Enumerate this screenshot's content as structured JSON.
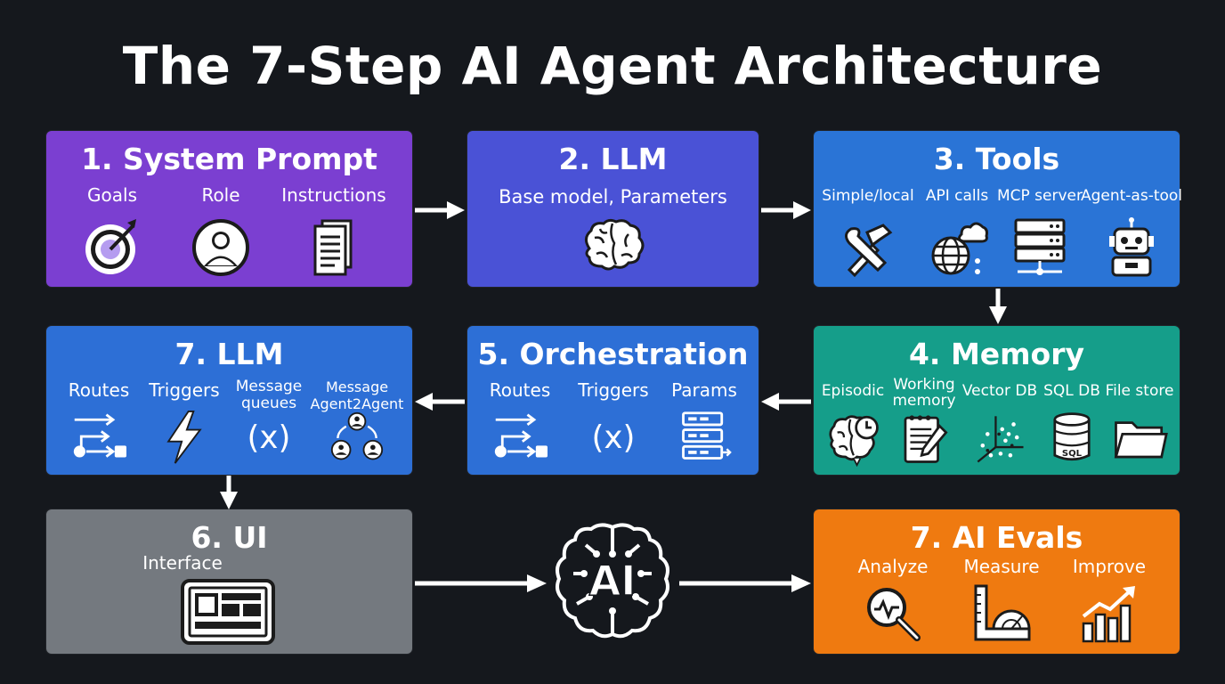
{
  "title": "The 7-Step AI Agent Architecture",
  "boxes": {
    "system_prompt": {
      "heading": "1. System Prompt",
      "items": [
        "Goals",
        "Role",
        "Instructions"
      ],
      "color": "#7b3fd1"
    },
    "llm": {
      "heading": "2. LLM",
      "subtitle": "Base model, Parameters",
      "color": "#4a52d6"
    },
    "tools": {
      "heading": "3. Tools",
      "items": [
        "Simple/local",
        "API calls",
        "MCP server",
        "Agent-as-tool"
      ],
      "color": "#2a74d6"
    },
    "memory": {
      "heading": "4. Memory",
      "items": [
        "Episodic",
        "Working memory",
        "Vector DB",
        "SQL DB",
        "File store"
      ],
      "color": "#159e8a"
    },
    "orchestration": {
      "heading": "5. Orchestration",
      "items": [
        "Routes",
        "Triggers",
        "Params"
      ],
      "icon_text": "(x)",
      "color": "#2d6fd6"
    },
    "llm7": {
      "heading": "7. LLM",
      "items": [
        "Routes",
        "Triggers",
        "Message queues",
        "Message Agent2Agent"
      ],
      "icon_text": "(x)",
      "color": "#2d6fd6"
    },
    "ui": {
      "heading": "6. UI",
      "subtitle": "Interface",
      "color": "#74797f"
    },
    "ai_evals": {
      "heading": "7. AI Evals",
      "items": [
        "Analyze",
        "Measure",
        "Improve"
      ],
      "color": "#ef7a10"
    }
  },
  "center_icon": {
    "name": "ai-brain-icon",
    "text": "AI"
  },
  "icon_names": {
    "goals": "target-icon",
    "role": "user-icon",
    "instructions": "document-icon",
    "llm": "brain-icon",
    "tools": [
      "tools-icon",
      "globe-cloud-icon",
      "server-icon",
      "robot-icon"
    ],
    "memory": [
      "brain-clock-icon",
      "notepad-icon",
      "vector-scatter-icon",
      "database-icon",
      "folder-icon"
    ],
    "orchestration": [
      "routes-icon",
      "variable-icon",
      "params-icon"
    ],
    "llm7": [
      "routes-icon",
      "lightning-icon",
      "variable-icon",
      "agents-icon"
    ],
    "ui": "tablet-icon",
    "evals": [
      "magnifier-icon",
      "ruler-protractor-icon",
      "growth-chart-icon"
    ]
  }
}
